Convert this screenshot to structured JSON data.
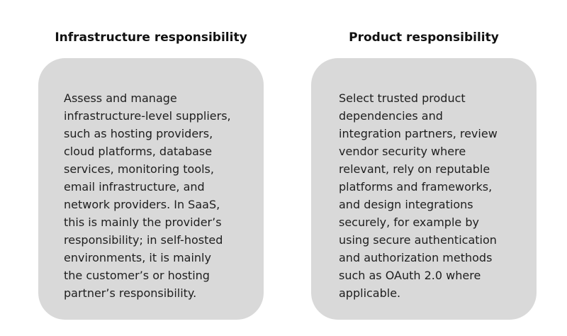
{
  "columns": [
    {
      "title": "Infrastructure responsibility",
      "lines": [
        "Assess and manage",
        "infrastructure-level suppliers,",
        "such as hosting providers,",
        "cloud platforms, database",
        "services, monitoring tools,",
        "email infrastructure, and",
        "network providers. In SaaS,",
        "this is mainly the provider’s",
        "responsibility; in self-hosted",
        "environments, it is mainly",
        "the customer’s or hosting",
        "partner’s responsibility."
      ]
    },
    {
      "title": "Product responsibility",
      "lines": [
        "Select trusted product",
        "dependencies and",
        "integration partners, review",
        "vendor security where",
        "relevant, rely on reputable",
        "platforms and frameworks,",
        "and design integrations",
        "securely, for example by",
        "using secure authentication",
        "and authorization methods",
        "such as OAuth 2.0 where",
        "applicable."
      ]
    }
  ],
  "colors": {
    "card_fill": "#d9d9d9",
    "text": "#1e1e1e",
    "background": "#ffffff"
  }
}
